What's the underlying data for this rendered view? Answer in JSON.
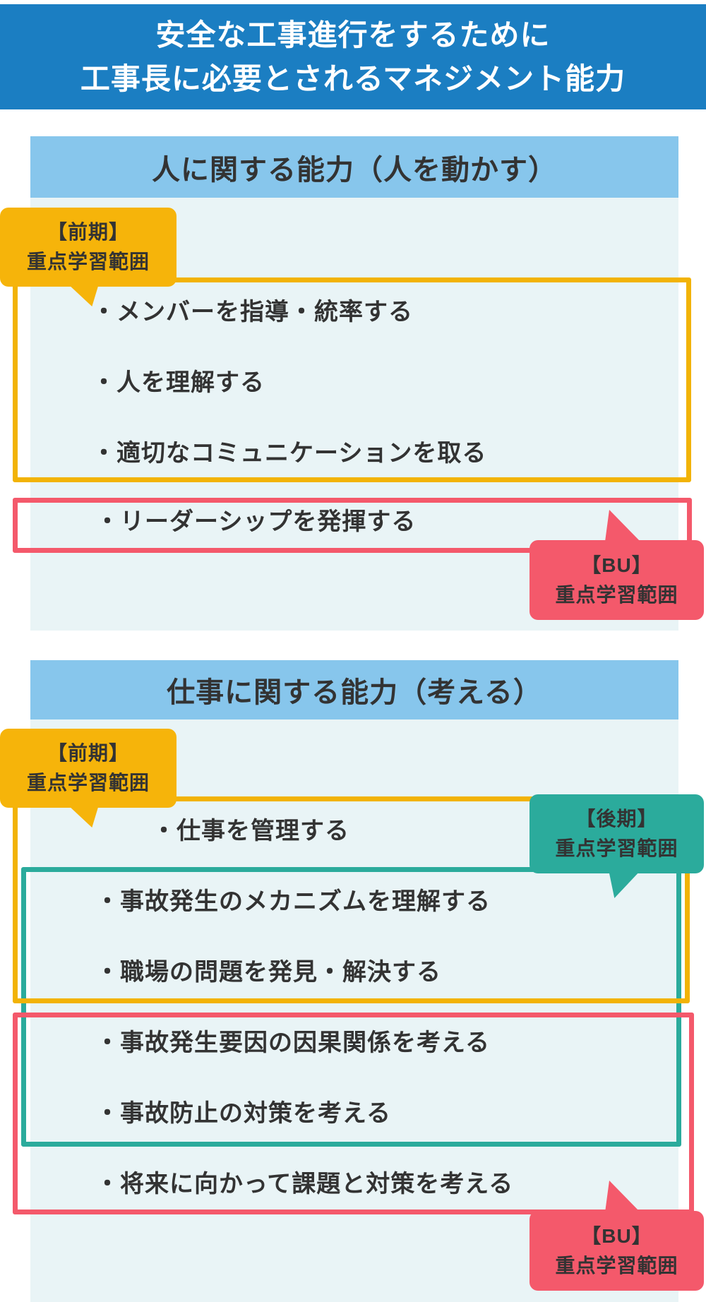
{
  "banner": {
    "line1": "安全な工事進行をするために",
    "line2": "工事長に必要とされるマネジメント能力"
  },
  "palette": {
    "banner_bg": "#1b7ec2",
    "band_bg": "#87c6ec",
    "panel_bg": "#e9f4f6",
    "yellow": "#f6b40a",
    "red": "#f4596b",
    "teal": "#2bab9c",
    "text_dark": "#333333",
    "banner_text": "#ffffff"
  },
  "labels": {
    "zenki": {
      "line1": "【前期】",
      "line2": "重点学習範囲"
    },
    "kouki": {
      "line1": "【後期】",
      "line2": "重点学習範囲"
    },
    "bu": {
      "line1": "【BU】",
      "line2": "重点学習範囲"
    }
  },
  "sections": [
    {
      "title": "人に関する能力（人を動かす）",
      "yellow_items": [
        "・メンバーを指導・統率する",
        "・人を理解する",
        "・適切なコミュニケーションを取る"
      ],
      "red_items": [
        "・リーダーシップを発揮する"
      ]
    },
    {
      "title": "仕事に関する能力（考える）",
      "items": [
        "・仕事を管理する",
        "・事故発生のメカニズムを理解する",
        "・職場の問題を発見・解決する",
        "・事故発生要因の因果関係を考える",
        "・事故防止の対策を考える",
        "・将来に向かって課題と対策を考える"
      ]
    }
  ]
}
